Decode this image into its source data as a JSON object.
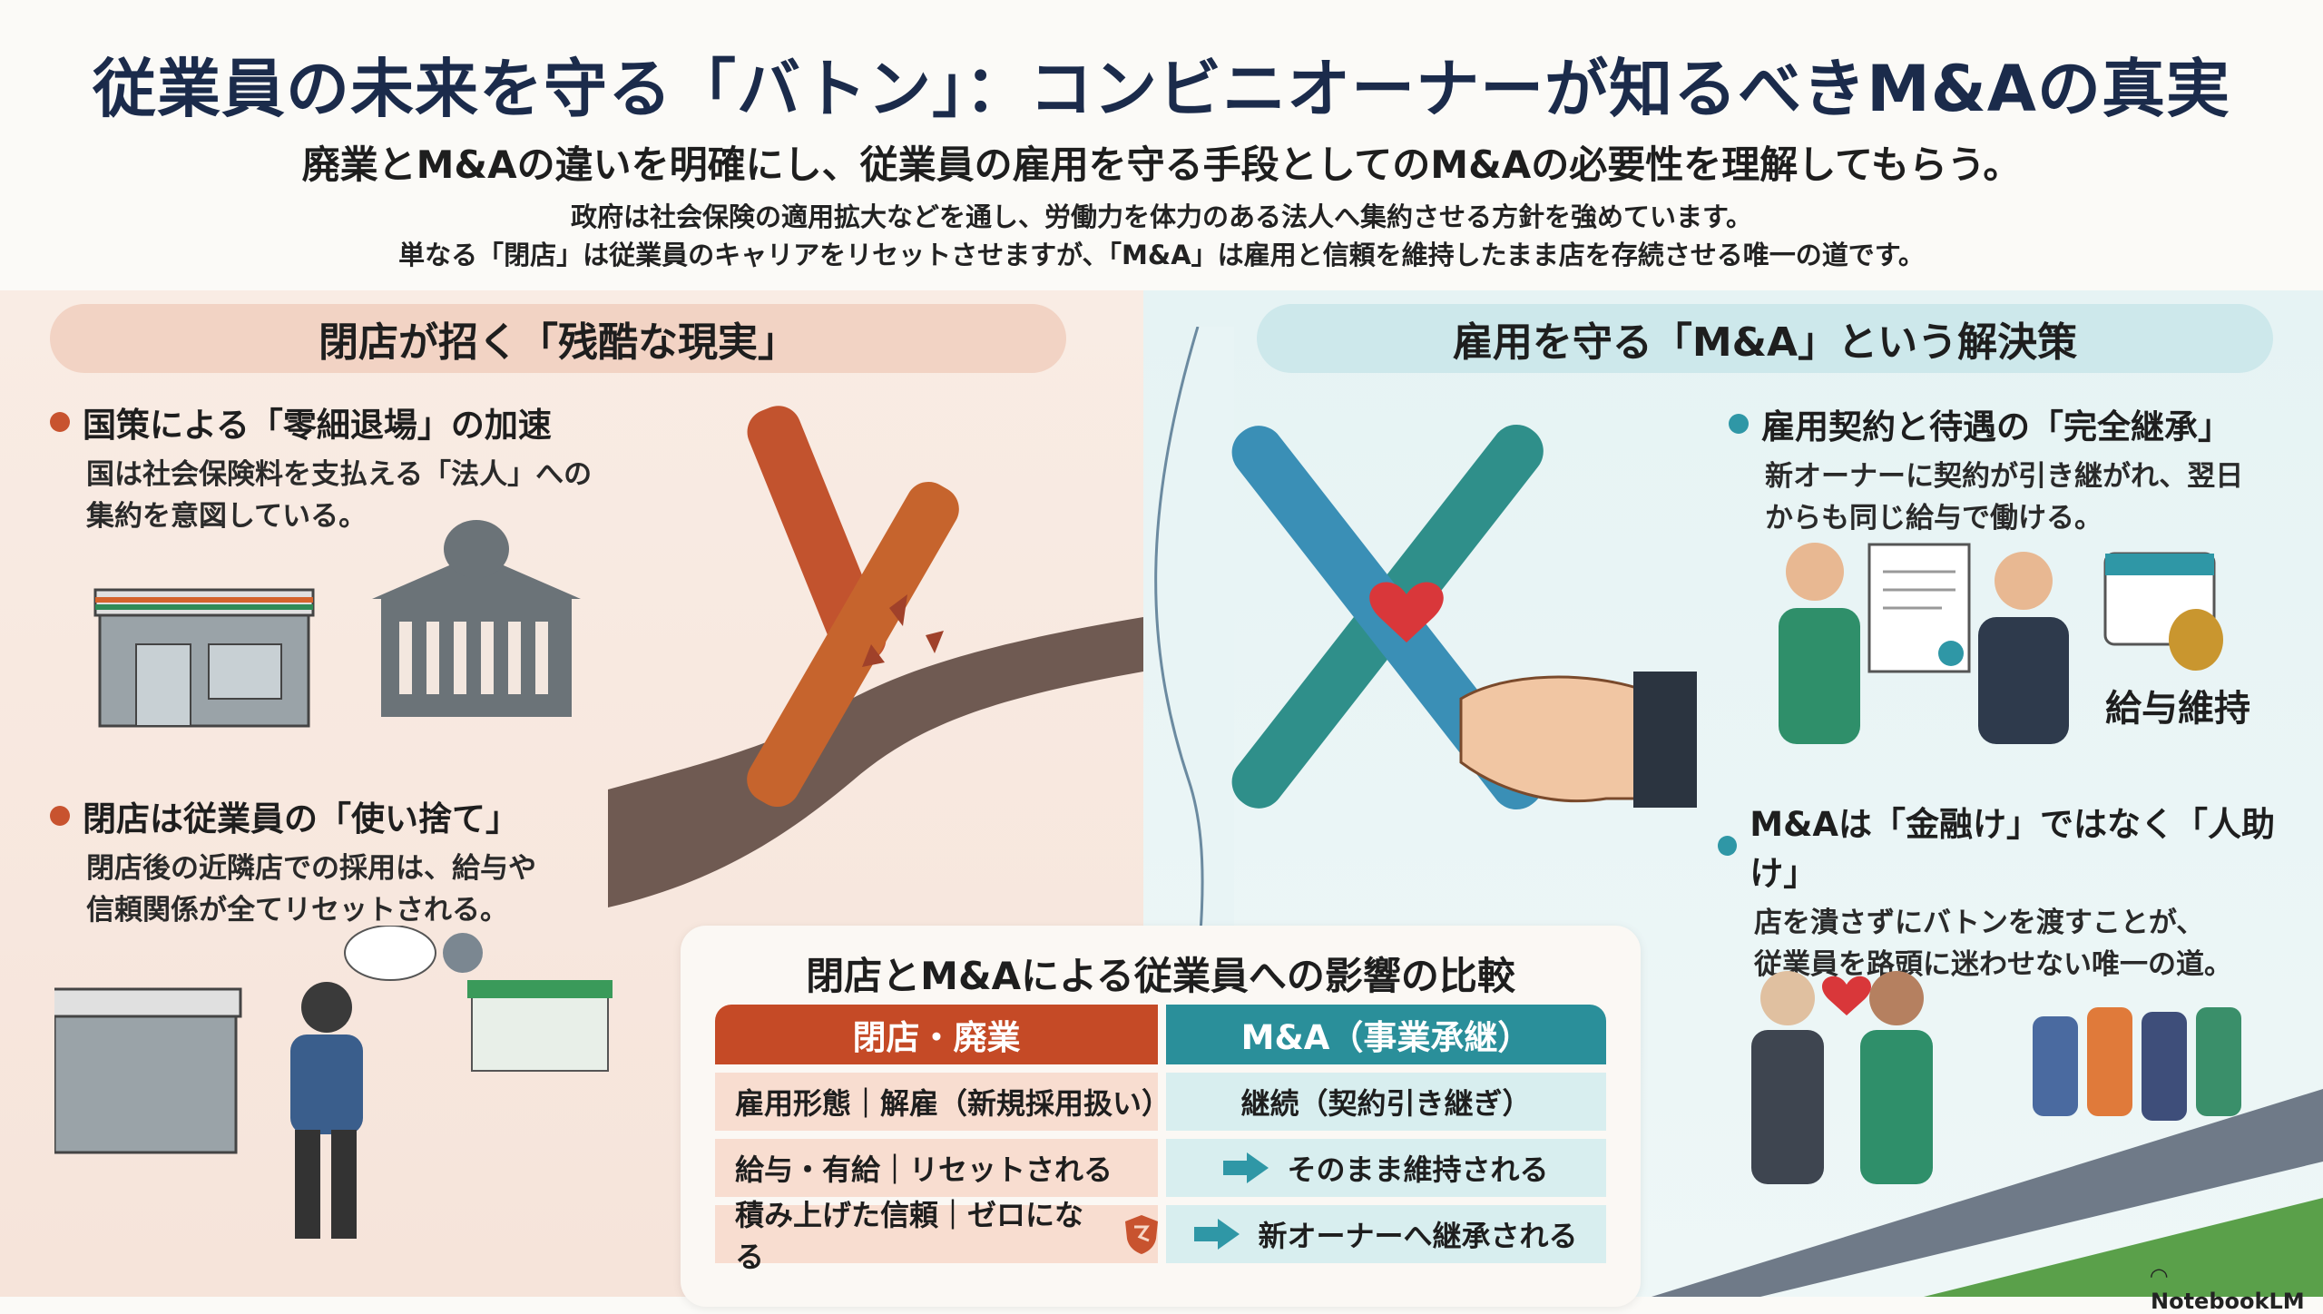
{
  "header": {
    "title": "従業員の未来を守る「バトン」：コンビニオーナーが知るべきM&Aの真実",
    "subtitle": "廃業とM&Aの違いを明確にし、従業員の雇用を守る手段としてのM&Aの必要性を理解してもらう。",
    "description": [
      "政府は社会保険の適用拡大などを通し、労働力を体力のある法人へ集約させる方針を強めています。",
      "単なる「閉店」は従業員のキャリアをリセットさせますが、「M&A」は雇用と信頼を維持したまま店を存続させる唯一の道です。"
    ]
  },
  "left": {
    "heading": "閉店が招く「残酷な現実」",
    "accent": "#c8532f",
    "points": [
      {
        "title": "国策による「零細退場」の加速",
        "lines": [
          "国は社会保険料を支払える「法人」への",
          "集約を意図している。"
        ]
      },
      {
        "title": "閉店は従業員の「使い捨て」",
        "lines": [
          "閉店後の近隣店での採用は、給与や",
          "信頼関係が全てリセットされる。"
        ]
      }
    ]
  },
  "right": {
    "heading": "雇用を守る「M&A」という解決策",
    "accent": "#2f97a6",
    "points": [
      {
        "title": "雇用契約と待遇の「完全継承」",
        "lines": [
          "新オーナーに契約が引き継がれ、翌日",
          "からも同じ給与で働ける。"
        ]
      },
      {
        "title": "M&Aは「金融け」ではなく「人助け」",
        "lines": [
          "店を潰さずにバトンを渡すことが、",
          "従業員を路頭に迷わせない唯一の道。"
        ]
      }
    ],
    "salary_label": "給与維持"
  },
  "table": {
    "title": "閉店とM&Aによる従業員への影響の比較",
    "headers": [
      "閉店・廃業",
      "M&A（事業承継）"
    ],
    "rows": [
      {
        "left": "雇用形態｜解雇（新規採用扱い）",
        "right": "継続（契約引き継ぎ）"
      },
      {
        "left": "給与・有給｜リセットされる",
        "right": "そのまま維持される"
      },
      {
        "left": "積み上げた信頼｜ゼロになる",
        "right": "新オーナーへ継承される"
      }
    ],
    "colors": {
      "closure": "#c54a26",
      "ma": "#2a8f9a"
    }
  },
  "branding": {
    "label": "NotebookLM"
  }
}
